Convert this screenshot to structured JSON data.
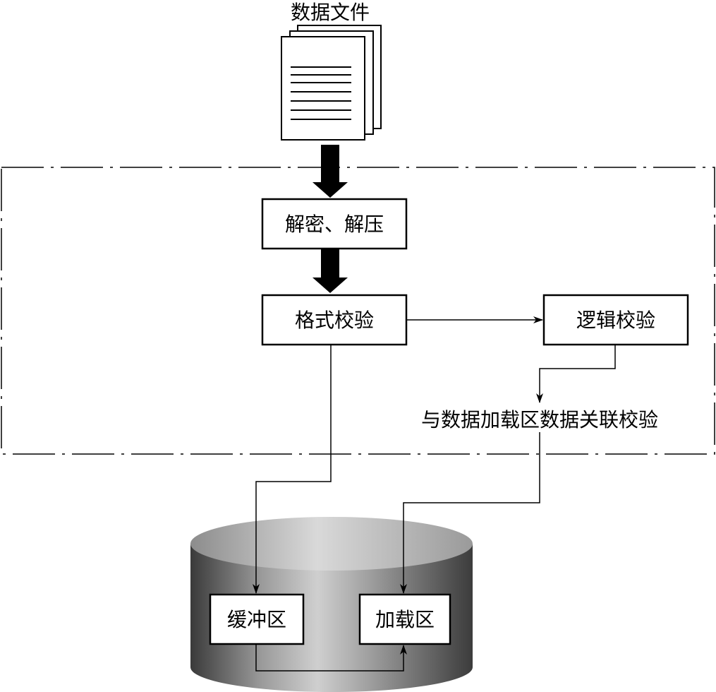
{
  "diagram": {
    "source_label": "数据文件",
    "nodes": {
      "decrypt": "解密、解压",
      "format_check": "格式校验",
      "logic_check": "逻辑校验",
      "association_check": "与数据加载区数据关联校验",
      "buffer": "缓冲区",
      "load_zone": "加载区"
    }
  }
}
